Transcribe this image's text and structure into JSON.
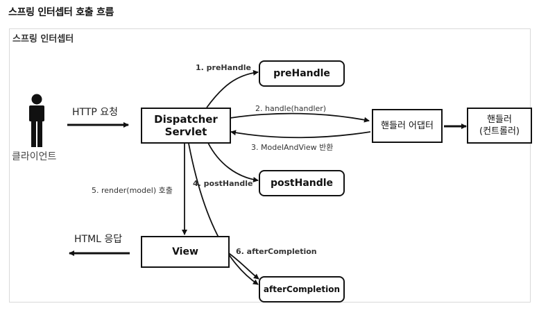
{
  "title": "스프링 인터셉터 호출 흐름",
  "panel_label": "스프링 인터셉터",
  "actor": {
    "label": "클라이언트",
    "icon": "person-icon"
  },
  "nodes": {
    "dispatcher": "Dispatcher\nServlet",
    "prehandle": "preHandle",
    "adapter": "핸들러 어댑터",
    "handler": "핸들러\n(컨트롤러)",
    "posthandle": "postHandle",
    "view": "View",
    "aftercompletion": "afterCompletion"
  },
  "edges": {
    "http_request": "HTTP 요청",
    "html_response": "HTML 응답",
    "prehandle": "1. preHandle",
    "handle": "2. handle(handler)",
    "modelandview": "3. ModelAndView 반환",
    "posthandle": "4. postHandle",
    "render": "5. render(model) 호출",
    "aftercompletion": "6. afterCompletion"
  },
  "colors": {
    "stroke": "#111111",
    "panel_border": "#d9d9d9",
    "label_text": "#333333"
  }
}
